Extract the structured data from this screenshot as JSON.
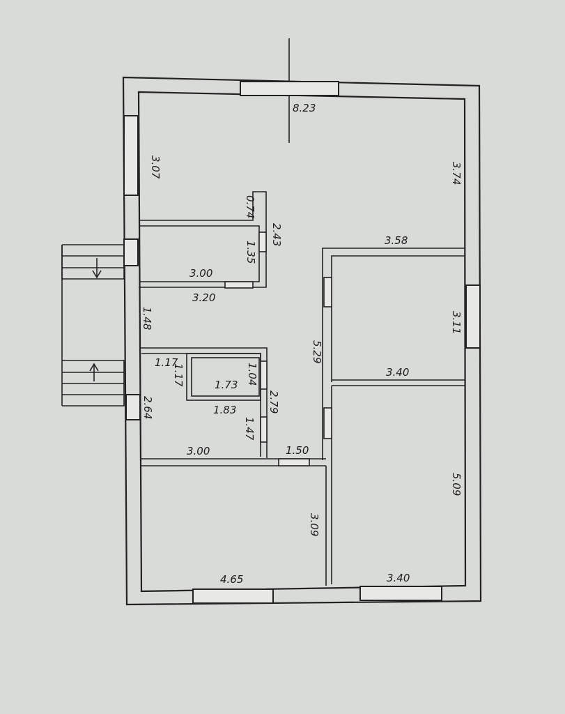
{
  "floor_plan": {
    "overall_width": "8.23",
    "north_room": {
      "left_wall": "3.07",
      "right_wall": "3.74"
    },
    "partition_stub": "0.74",
    "small_room": {
      "length": "3.00",
      "length_outer": "3.20",
      "depth": "1.35",
      "wall_run": "2.43"
    },
    "hall_left": "1.48",
    "hall_middle": "5.29",
    "east_room_upper": {
      "top": "3.58",
      "height": "3.11",
      "bottom": "3.40"
    },
    "bath": {
      "inner_w1": "1.17",
      "inner_w2": "1.17",
      "inner_depth": "1.04",
      "inner_len": "1.73",
      "outer_len": "1.83",
      "wall_run": "2.79",
      "lower_depth": "1.47"
    },
    "west_lower": {
      "height": "2.64",
      "width": "3.00"
    },
    "corridor_door": "1.50",
    "south_west_room": {
      "width": "4.65",
      "height": "3.09"
    },
    "south_east_room": {
      "width": "3.40",
      "height": "5.09"
    }
  }
}
